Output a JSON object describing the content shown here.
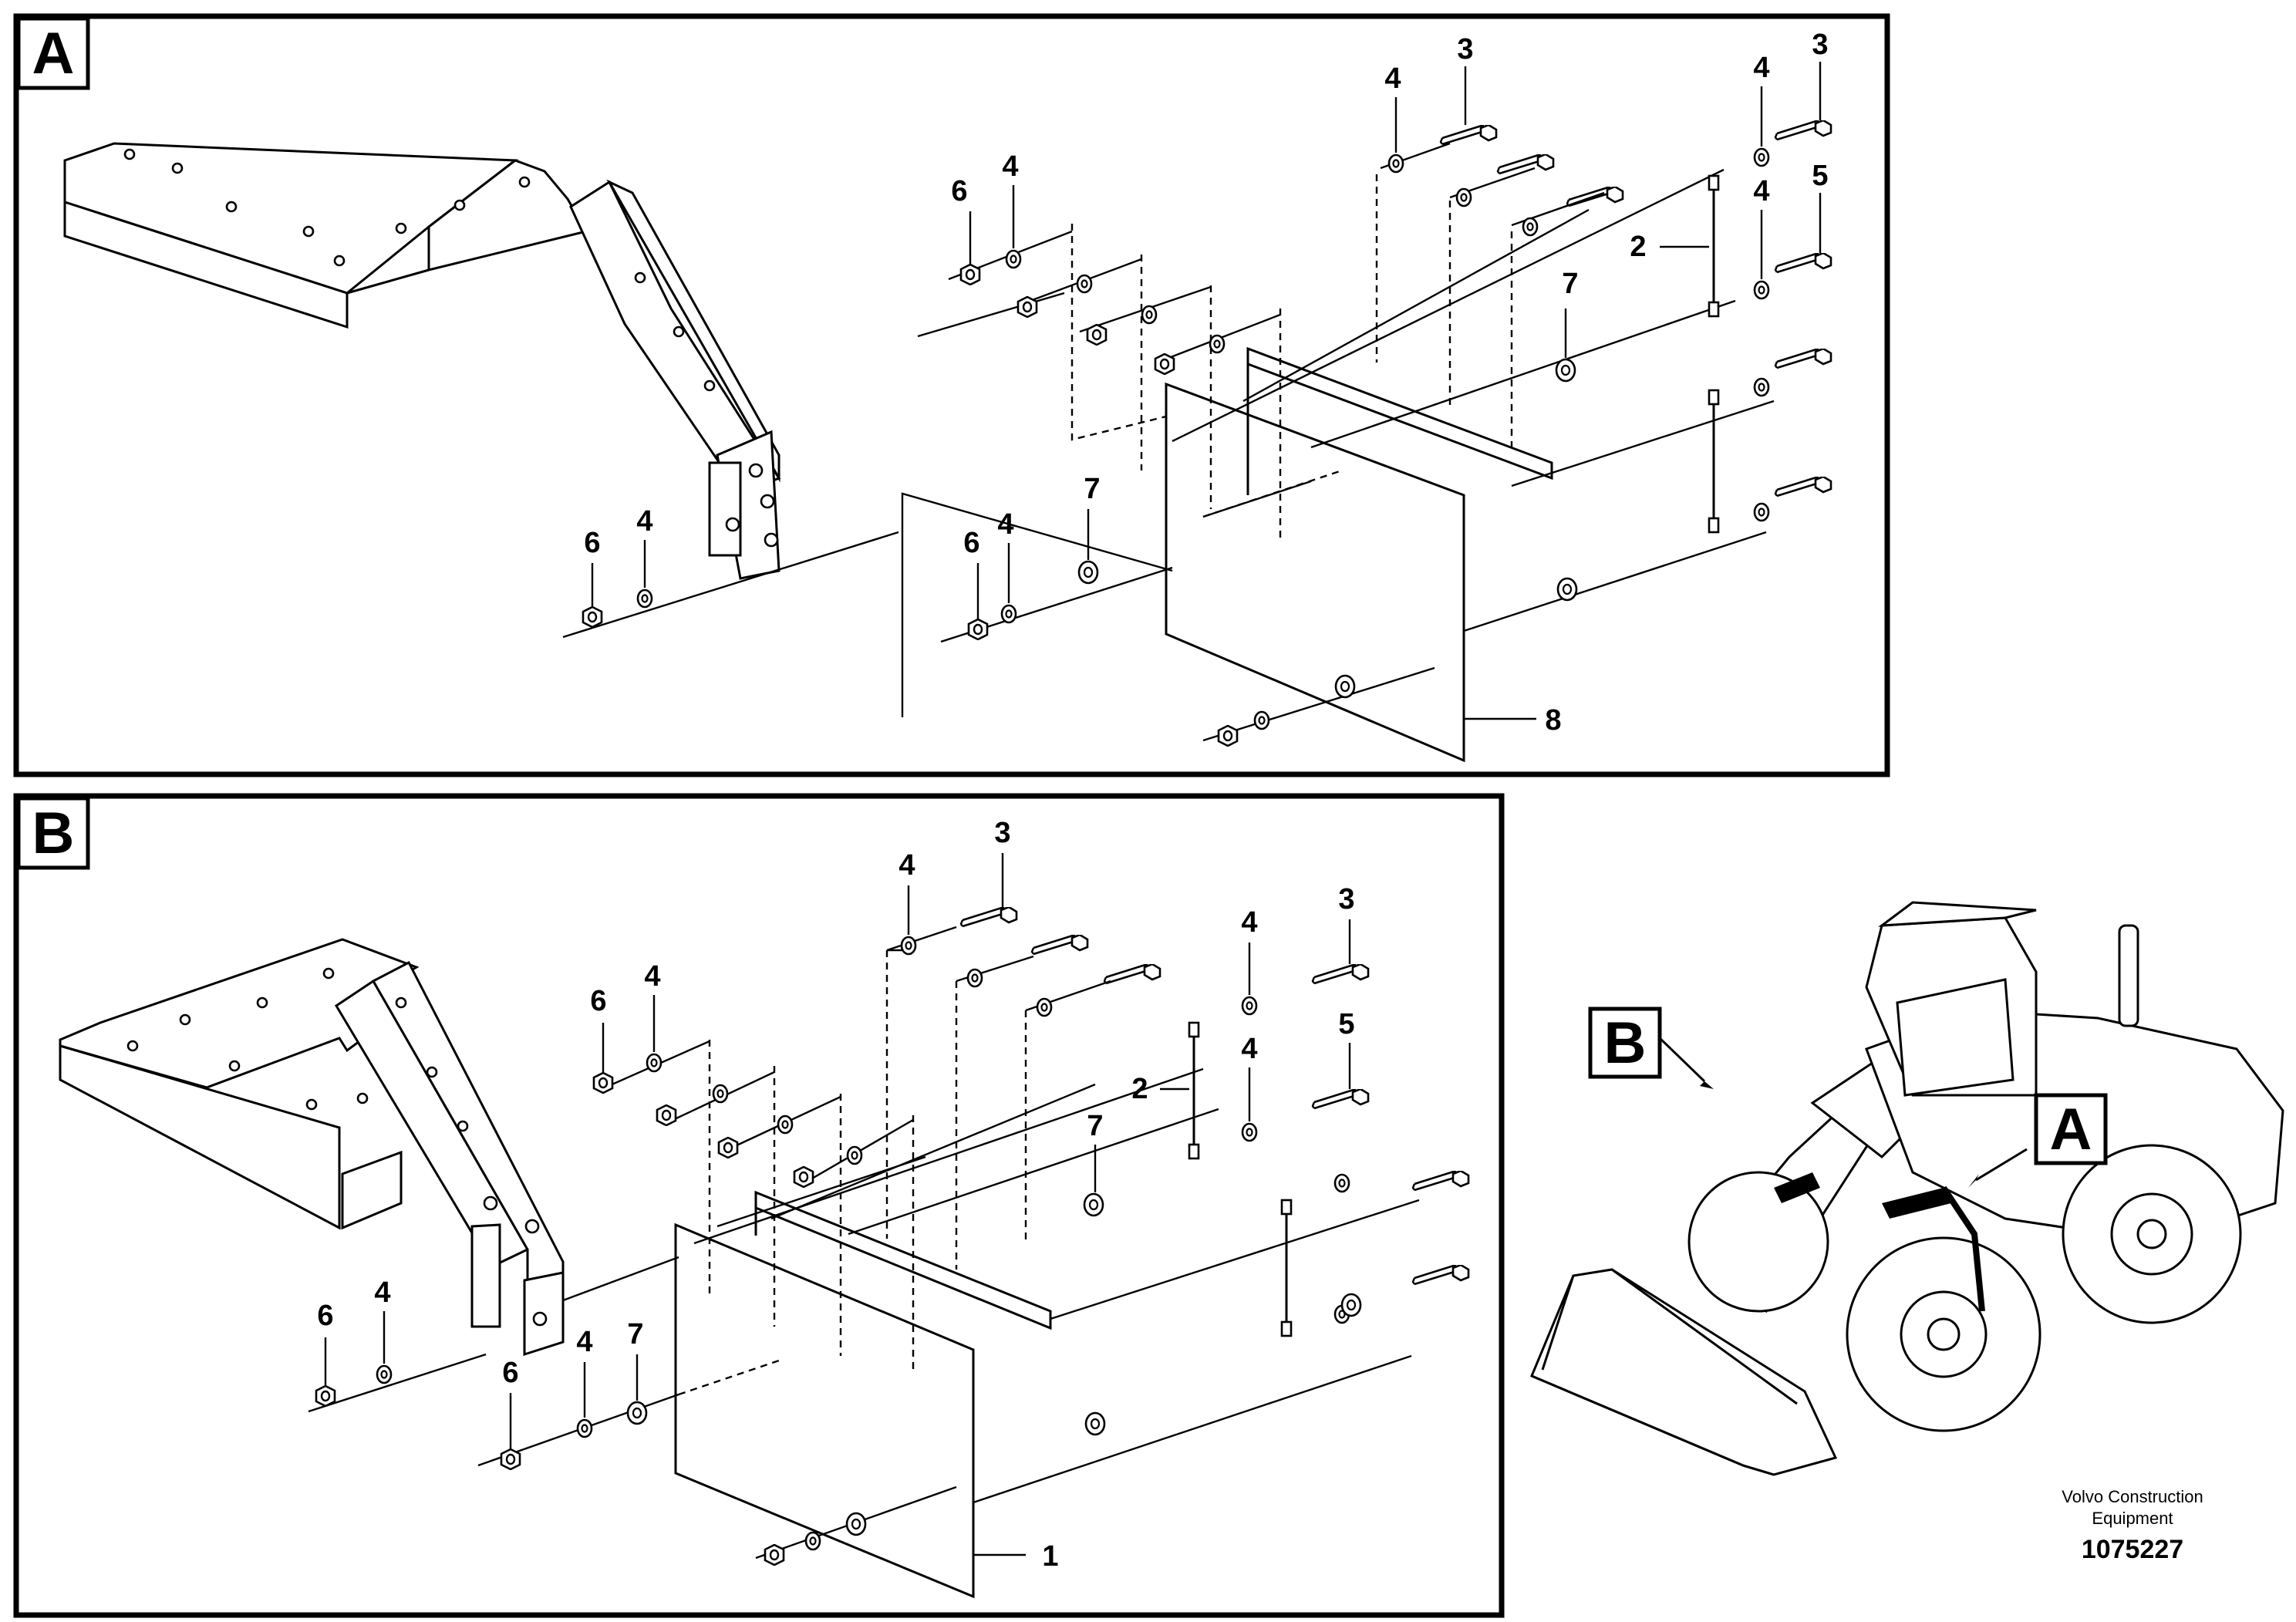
{
  "views": {
    "a": {
      "tag": "A"
    },
    "b": {
      "tag": "B"
    }
  },
  "callouts": {
    "a": {
      "tag": "A"
    },
    "b": {
      "tag": "B"
    }
  },
  "items": {
    "n1": "1",
    "n2": "2",
    "n3": "3",
    "n4": "4",
    "n5": "5",
    "n6": "6",
    "n7": "7",
    "n8": "8"
  },
  "footer": {
    "company_line1": "Volvo Construction",
    "company_line2": "Equipment",
    "drawing_number": "1075227"
  },
  "colors": {
    "ink": "#000000",
    "paper": "#ffffff"
  }
}
